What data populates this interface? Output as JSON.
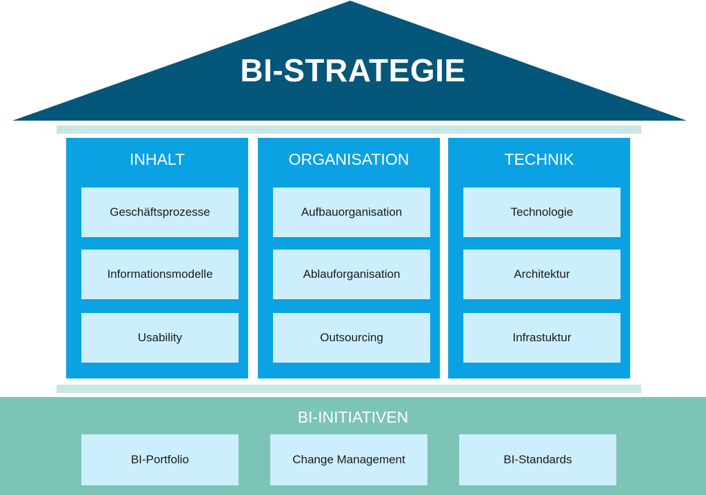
{
  "roof": {
    "title": "BI-STRATEGIE",
    "color": "#04567a"
  },
  "pillars": [
    {
      "title": "INHALT",
      "items": [
        "Geschäftsprozesse",
        "Informationsmodelle",
        "Usability"
      ]
    },
    {
      "title": "ORGANISATION",
      "items": [
        "Aufbauorganisation",
        "Ablauforganisation",
        "Outsourcing"
      ]
    },
    {
      "title": "TECHNIK",
      "items": [
        "Technologie",
        "Architektur",
        "Infrastuktur"
      ]
    }
  ],
  "foundation": {
    "title": "BI-INITIATIVEN",
    "items": [
      "BI-Portfolio",
      "Change Management",
      "BI-Standards"
    ]
  },
  "colors": {
    "roof": "#04567a",
    "pillar": "#0aa2e3",
    "box": "#cdeefc",
    "beam": "#c9e6e2",
    "foundation": "#7bc4b6"
  }
}
